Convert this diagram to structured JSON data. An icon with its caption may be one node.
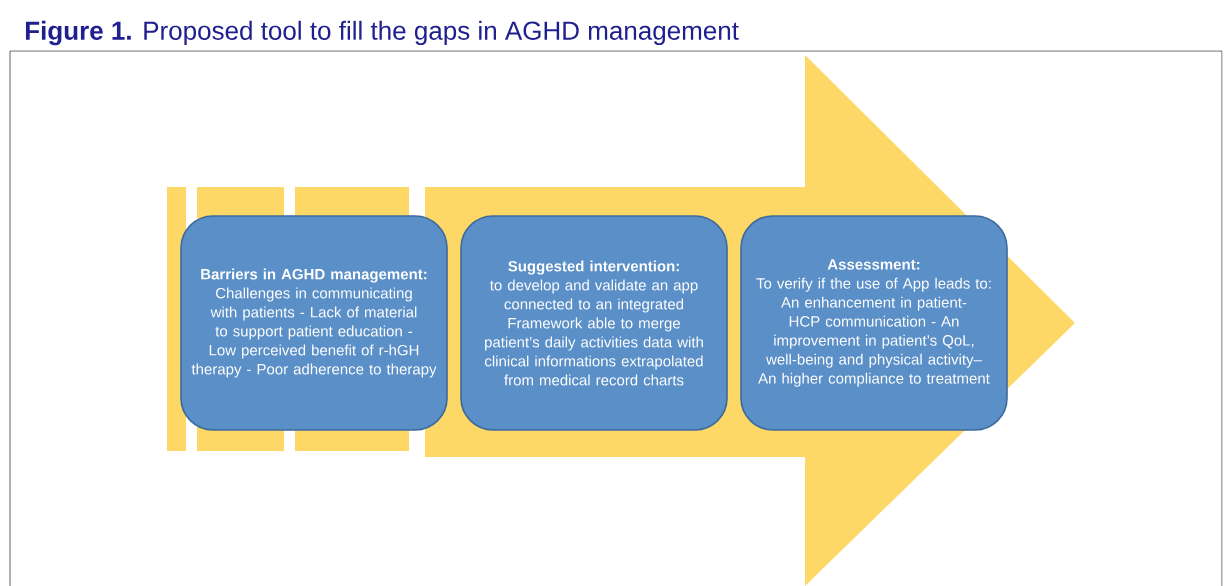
{
  "diagram": {
    "title": "**Figure 1.** Proposed tool to fill the gaps in AGHD management",
    "nodes": [
      {
        "text": [
          "Barriers in AGHD management:",
          "Challenges in communicating with patients - Lack of material to support patient education - Low perceived benefit of r-hGH therapy - Poor adherence to therapy"
        ]
      },
      {
        "text": [
          "Suggested intervention:",
          "to develop and validate an app connected to an integrated Framework able to merge patient’s daily activities data with clinical informations extrapolated from medical record charts"
        ]
      },
      {
        "text": [
          "Assessment:",
          "To verify if the use of App leads to:",
          "An enhancement in patient-HCP communication - An improvement in patient’s QoL, well-being and physical activity– An higher compliance to treatment"
        ]
      }
    ]
  }
}
